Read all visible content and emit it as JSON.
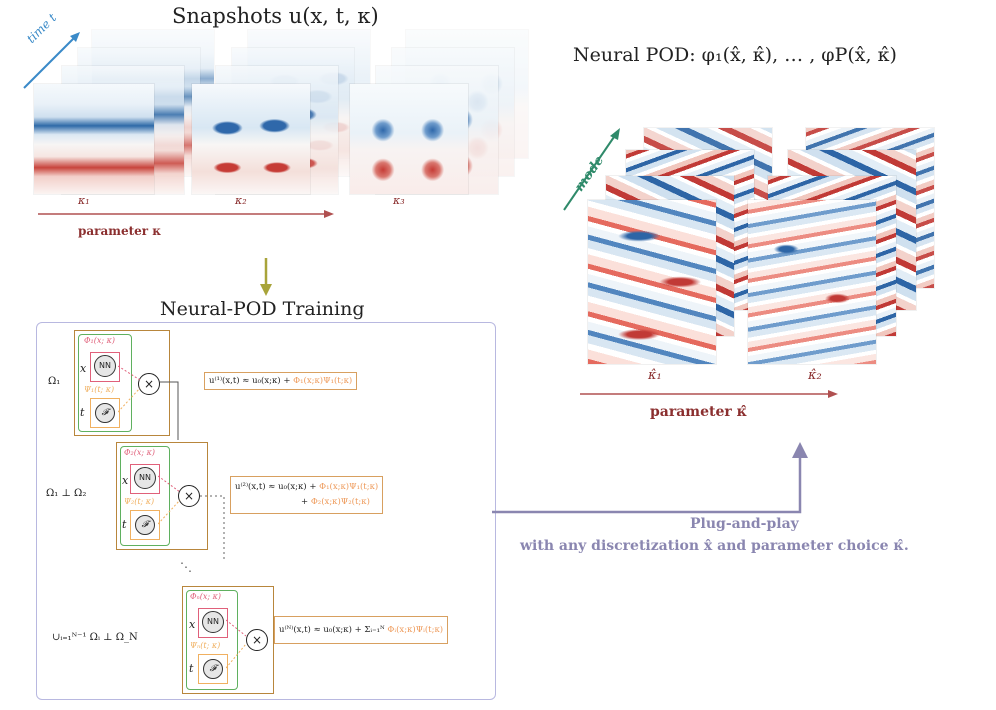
{
  "snapshots": {
    "title": "Snapshots u(x, t, κ)",
    "time_label": "time t",
    "kappa_labels": [
      "κ₁",
      "κ₂",
      "κ₃"
    ],
    "param_label": "parameter κ"
  },
  "neural_pod": {
    "title": "Neural POD: φ₁(x̂, κ̂), … , φP(x̂, κ̂)",
    "mode_label": "mode",
    "kappa_labels": [
      "κ̂₁",
      "κ̂₂"
    ],
    "param_label": "parameter κ̂"
  },
  "training": {
    "title": "Neural-POD Training",
    "stages": [
      {
        "domain": "Ω₁",
        "phi": "Φ₁(x; κ)",
        "psi": "Ψ₁(t; κ)",
        "nn": "NN",
        "f": "𝓕",
        "x": "x",
        "t": "t",
        "times": "×",
        "equation": "u⁽¹⁾(x,t) ≈ u₀(x;κ) + ",
        "eq_hl": "Φ₁(x;κ)Ψ₁(t;κ)"
      },
      {
        "domain": "Ω₁ ⊥ Ω₂",
        "phi": "Φ₂(x; κ)",
        "psi": "Ψ₂(t; κ)",
        "nn": "NN",
        "f": "𝓕",
        "x": "x",
        "t": "t",
        "times": "×",
        "equation": "u⁽²⁾(x,t) ≈ u₀(x;κ) + ",
        "eq_hl": "Φ₁(x;κ)Ψ₁(t;κ)",
        "equation2": "+ ",
        "eq_hl2": "Φ₂(x;κ)Ψ₂(t;κ)"
      },
      {
        "domain": "∪ᵢ₌₁ᴺ⁻¹ Ωᵢ ⊥ Ω_N",
        "phi": "Φₙ(x; κ)",
        "psi": "Ψₙ(t; κ)",
        "nn": "NN",
        "f": "𝓕",
        "x": "x",
        "t": "t",
        "times": "×",
        "equation": "u⁽ᴺ⁾(x,t) ≈ u₀(x;κ) + Σᵢ₌₁ᴺ ",
        "eq_hl": "Φᵢ(x;κ)Ψᵢ(t;κ)"
      }
    ],
    "ellipsis": "⋱"
  },
  "plug": {
    "line1": "Plug-and-play",
    "line2": "with any discretization x̂ and parameter choice κ̂."
  },
  "colors": {
    "arrow_gold": "#a8a43a",
    "arrow_purple": "#8a86b0",
    "param_red": "#8b2f2f",
    "time_blue": "#3a8ac8",
    "mode_green": "#2f8a6a",
    "green_box": "#5fb05f",
    "red_box": "#e0607a",
    "orange_box": "#f0b060"
  },
  "icons": [
    "nn-node-icon",
    "fourier-node-icon",
    "multiply-icon",
    "arrow-down-icon",
    "arrow-up-icon"
  ]
}
